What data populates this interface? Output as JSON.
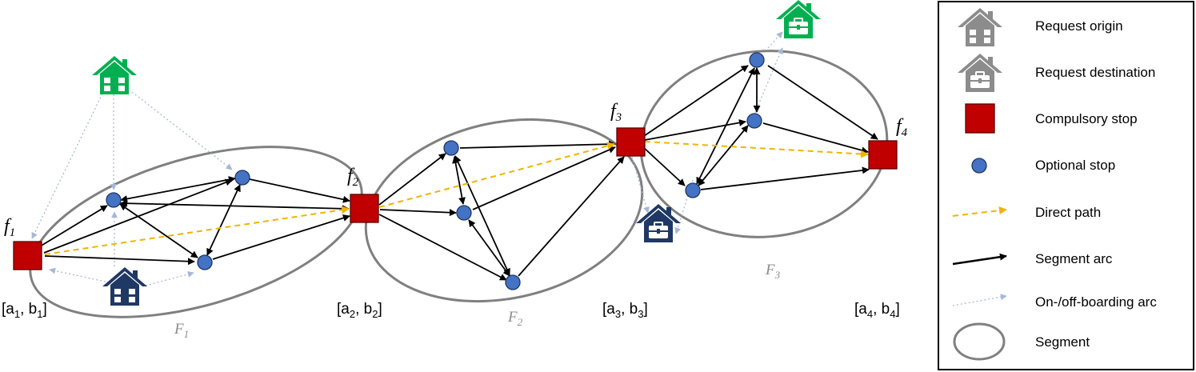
{
  "stops": {
    "f1": {
      "label": "f",
      "sub": "1",
      "window": [
        "[a",
        "1",
        ", b",
        "1",
        "]"
      ]
    },
    "f2": {
      "label": "f",
      "sub": "2",
      "window": [
        "[a",
        "2",
        ", b",
        "2",
        "]"
      ]
    },
    "f3": {
      "label": "f",
      "sub": "3",
      "window": [
        "[a",
        "3",
        ", b",
        "3",
        "]"
      ]
    },
    "f4": {
      "label": "f",
      "sub": "4",
      "window": [
        "[a",
        "4",
        ", b",
        "4",
        "]"
      ]
    }
  },
  "segments": {
    "F1": {
      "label": "F",
      "sub": "1"
    },
    "F2": {
      "label": "F",
      "sub": "2"
    },
    "F3": {
      "label": "F",
      "sub": "3"
    }
  },
  "legend": {
    "items": [
      {
        "icon": "house-icon",
        "label": "Request origin"
      },
      {
        "icon": "house-briefcase-icon",
        "label": "Request destination"
      },
      {
        "icon": "red-square-icon",
        "label": "Compulsory stop"
      },
      {
        "icon": "blue-circle-icon",
        "label": "Optional stop"
      },
      {
        "icon": "dashed-arrow-icon",
        "label": "Direct path"
      },
      {
        "icon": "solid-arrow-icon",
        "label": "Segment arc"
      },
      {
        "icon": "dotted-arrow-icon",
        "label": "On-/off-boarding arc"
      },
      {
        "icon": "ellipse-icon",
        "label": "Segment"
      }
    ]
  },
  "colors": {
    "compulsory_stop": "#c00000",
    "optional_stop": "#4472c4",
    "direct_path": "#f0b400",
    "segment_border": "#808080",
    "origin_house_green": "#00b050",
    "house_navy": "#1f3864",
    "legend_house_grey": "#8c8c8c",
    "onboarding_arc": "#a6b8d8"
  }
}
